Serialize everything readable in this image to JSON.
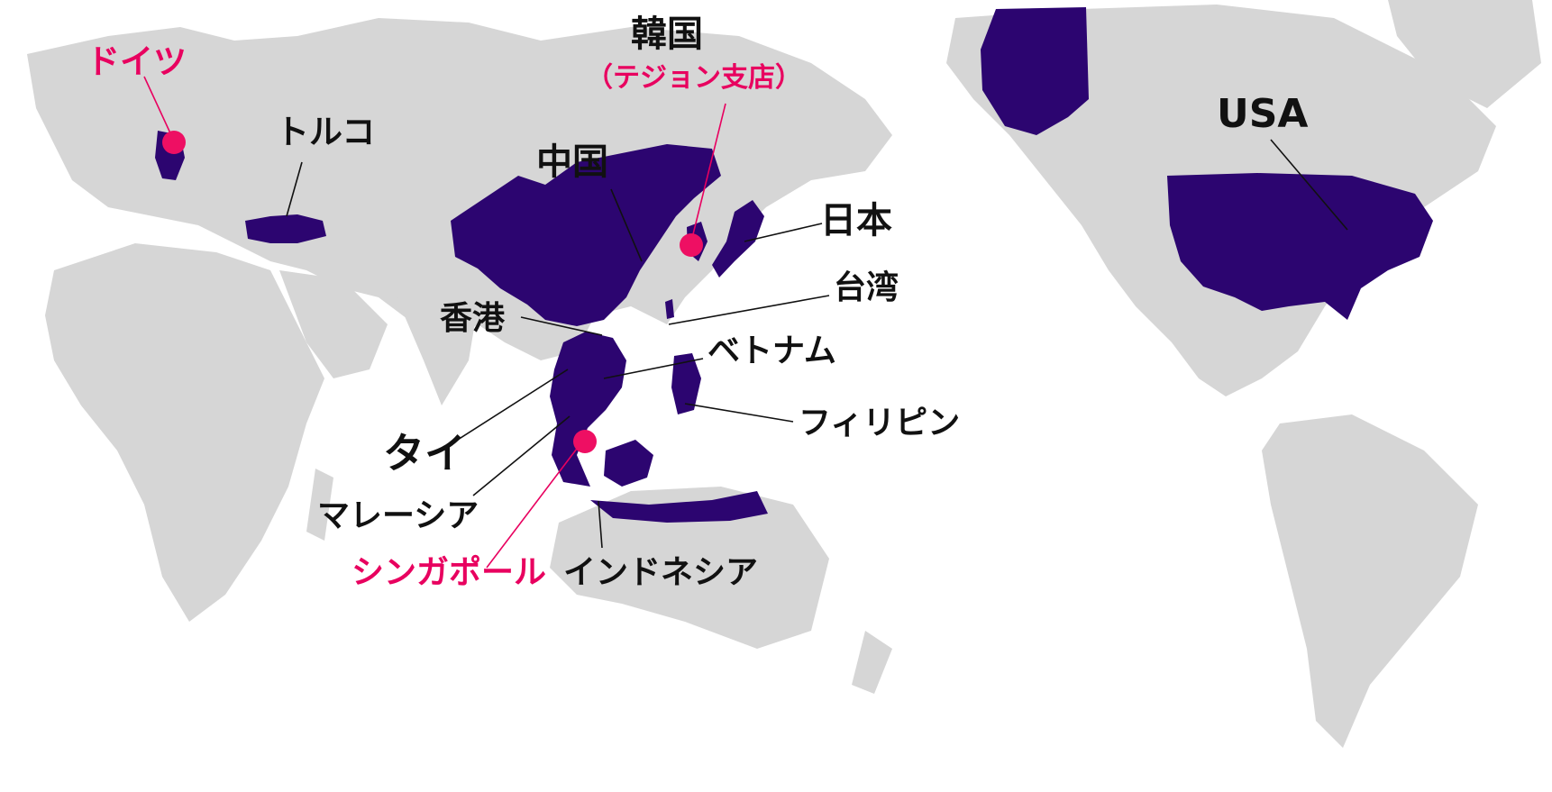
{
  "colors": {
    "land": "#d6d6d6",
    "highlight": "#2c0570",
    "accent": "#e8005f",
    "text": "#111111",
    "background": "#ffffff"
  },
  "labels": {
    "germany": "ドイツ",
    "turkey": "トルコ",
    "korea": "韓国",
    "korea_branch": "（テジョン支店）",
    "china": "中国",
    "japan": "日本",
    "taiwan": "台湾",
    "hongkong": "香港",
    "vietnam": "ベトナム",
    "philippines": "フィリピン",
    "thailand": "タイ",
    "malaysia": "マレーシア",
    "singapore": "シンガポール",
    "indonesia": "インドネシア",
    "usa": "USA"
  },
  "markers": [
    "germany",
    "korea_daejeon",
    "singapore"
  ]
}
